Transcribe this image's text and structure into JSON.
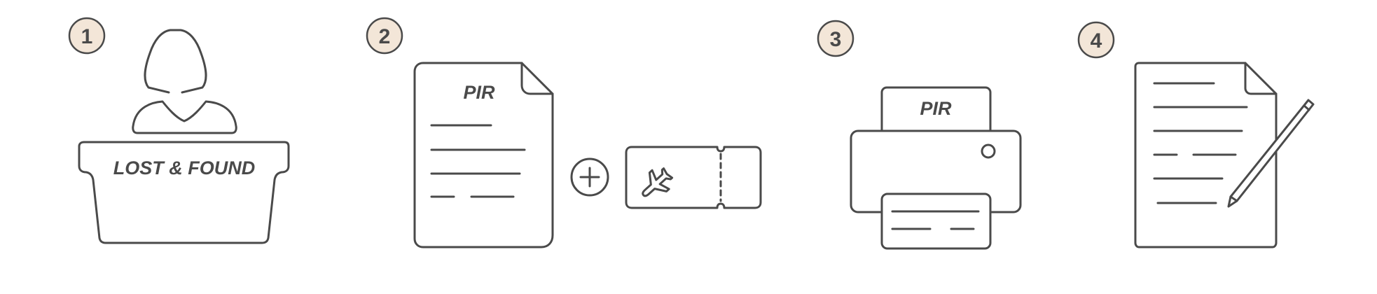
{
  "colors": {
    "stroke": "#4a4a4a",
    "badge_fill": "#f3e6d8",
    "background": "#ffffff"
  },
  "steps": [
    {
      "number": "1",
      "icon": "person-at-desk-icon",
      "label": "LOST & FOUND"
    },
    {
      "number": "2",
      "icon": "document-icon",
      "label": "PIR",
      "plus_icon": "plus-circle-icon",
      "ticket_icon": "boarding-ticket-icon",
      "ticket_symbol": "airplane-icon"
    },
    {
      "number": "3",
      "icon": "printer-icon",
      "label": "PIR"
    },
    {
      "number": "4",
      "icon": "document-with-pencil-icon"
    }
  ]
}
